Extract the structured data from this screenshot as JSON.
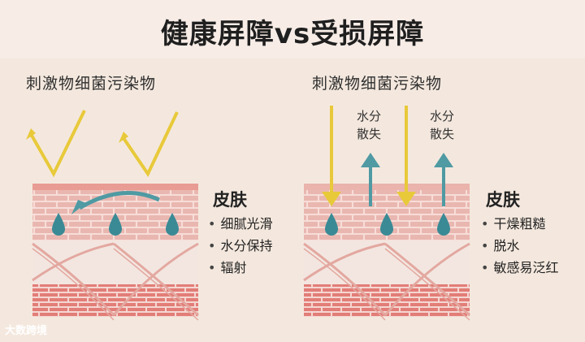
{
  "title": "健康屏障vs受损屏障",
  "left": {
    "stimulus_label": "刺激物细菌污染物",
    "skin_label": "皮肤",
    "bullets": [
      "细腻光滑",
      "水分保持",
      "辐射"
    ]
  },
  "right": {
    "stimulus_label": "刺激物细菌污染物",
    "water_loss_label_1": "水分\n散失",
    "water_loss_label_2": "水分\n散失",
    "skin_label": "皮肤",
    "bullets": [
      "干燥粗糙",
      "脱水",
      "敏感易泛红"
    ]
  },
  "watermark": "大数跨境",
  "colors": {
    "background": "#f4e8de",
    "skin_brick": "#e9b7b0",
    "deep_brick": "#e27d77",
    "arrow_yellow": "#e8c93a",
    "arrow_teal": "#4f9aa3",
    "water_drop": "#3a8a95"
  }
}
